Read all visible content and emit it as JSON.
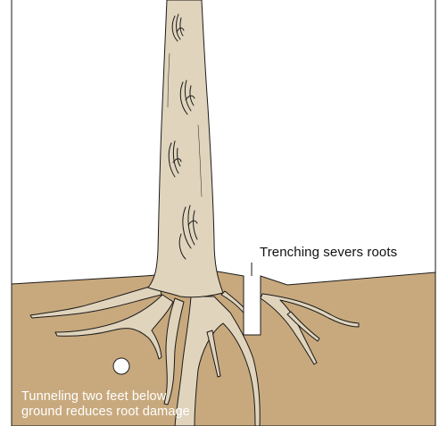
{
  "labels": {
    "trenching": "Trenching severs roots",
    "tunneling_line1": "Tunneling two feet below",
    "tunneling_line2": "ground reduces root damage"
  },
  "colors": {
    "soil": "#c8a97d",
    "trunk_and_roots": "#e0d4bd",
    "outline": "#1a1a1a",
    "trench": "#ffffff",
    "tunnel_marker": "#ffffff",
    "sky": "#ffffff"
  },
  "icons": {
    "tunnel": "tunnel-circle-icon"
  }
}
